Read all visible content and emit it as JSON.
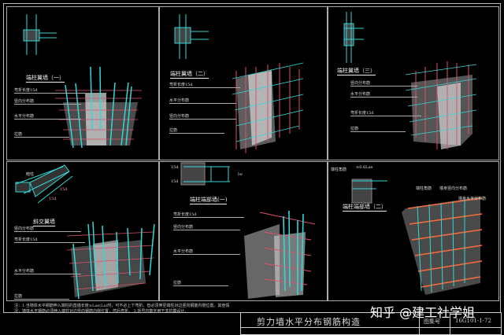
{
  "panels": [
    {
      "title": "端柱翼墙（一）",
      "labels": [
        "弯折长度15d",
        "竖向分布筋",
        "水平分布筋",
        "拉筋"
      ]
    },
    {
      "title": "端柱翼墙（二）",
      "labels": [
        "弯折长度15d",
        "水平分布筋",
        "竖向分布筋",
        "拉筋"
      ]
    },
    {
      "title": "端柱翼墙（三）",
      "labels": [
        "竖向分布筋",
        "水平分布筋",
        "弯折长度15d",
        "拉筋"
      ]
    },
    {
      "title": "斜交翼墙",
      "callout": "暗柱",
      "dims": [
        "15d",
        "15d"
      ],
      "labels": [
        "竖向分布筋",
        "弯折长度15d",
        "水平分布筋",
        "拉筋"
      ]
    },
    {
      "title": "端柱端部墙(一)",
      "dims": [
        "15d",
        "15d",
        "lw"
      ],
      "labels": [
        "弯折长度15d",
        "竖向分布筋",
        "水平分布筋",
        "拉筋"
      ]
    },
    {
      "title": "端柱端部墙（二）",
      "callout": "端柱角筋",
      "dims": [
        "≥0.6Lae"
      ],
      "labels": [
        "端柱角筋",
        "墙身竖向分布筋",
        "墙身水平分布筋"
      ]
    }
  ],
  "note": "注：1.当墙体水平钢筋伸入端柱的直锚长度≥Lae(La)时，可不必上下弯折，但必须伸至端柱对边竖向钢筋内侧位置。其他情况，墙体水平钢筋必须伸入端柱对边竖向钢筋内侧位置，然后弯折。 2.括号内数字用于非抗震设计。",
  "title_block": {
    "title": "剪力墙水平分布钢筋构造",
    "atlas_label": "图集号",
    "atlas_no": "16G101-1-72"
  },
  "watermark": "知乎 @建工社学姐",
  "colors": {
    "rebar_vertical": "#33d6d6",
    "rebar_horizontal": "#e0506a",
    "concrete": "#cfcfcf"
  }
}
